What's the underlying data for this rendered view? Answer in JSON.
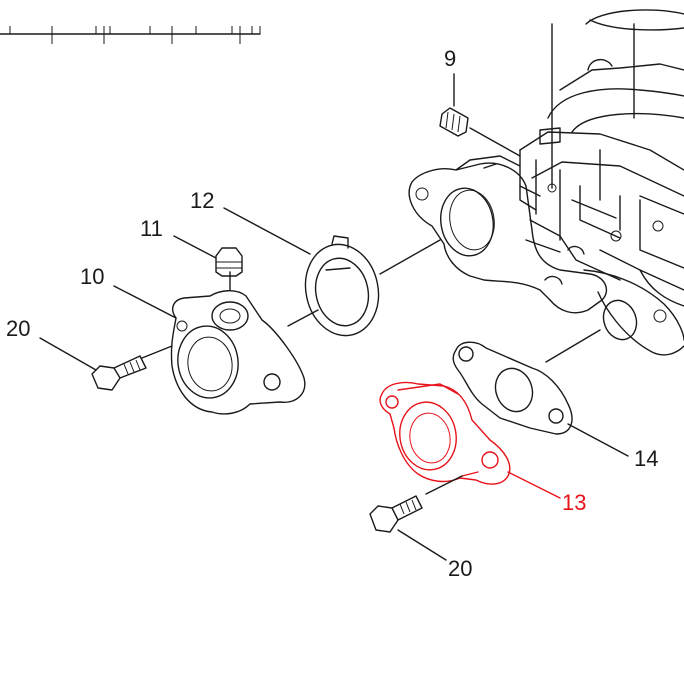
{
  "colors": {
    "line": "#1a1a1a",
    "highlight": "#e8141c",
    "background": "#ffffff"
  },
  "highlighted_part": "13",
  "callouts": [
    {
      "id": "9",
      "label": "9"
    },
    {
      "id": "10",
      "label": "10"
    },
    {
      "id": "11",
      "label": "11"
    },
    {
      "id": "12",
      "label": "12"
    },
    {
      "id": "13",
      "label": "13"
    },
    {
      "id": "14",
      "label": "14"
    },
    {
      "id": "20a",
      "label": "20"
    },
    {
      "id": "20b",
      "label": "20"
    }
  ]
}
